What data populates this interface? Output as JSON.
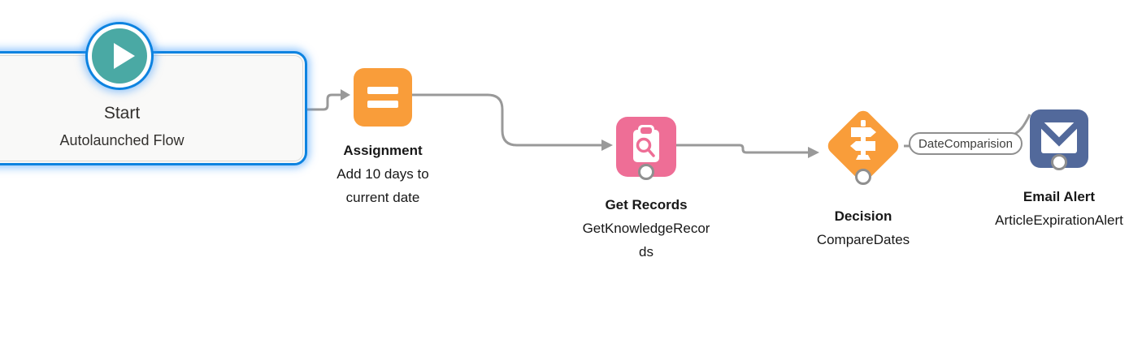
{
  "app": {
    "name": "Flow Builder canvas"
  },
  "colors": {
    "selection_blue": "#0d83e0",
    "start_teal": "#4aa9a4",
    "assignment_orange": "#f99d3a",
    "data_pink": "#ee6e96",
    "decision_orange": "#f99d3a",
    "action_slate": "#52699b",
    "connector_gray": "#999999",
    "text_dark": "#181818"
  },
  "nodes": [
    {
      "id": "start",
      "type": "Start",
      "title": "Start",
      "description": "Autolaunched Flow",
      "icon": "play-icon"
    },
    {
      "id": "assignment",
      "type": "Assignment",
      "title": "Assignment",
      "description": "Add 10 days to current date",
      "icon": "equals-icon"
    },
    {
      "id": "get-records",
      "type": "Get Records",
      "title": "Get Records",
      "description": "GetKnowledgeRecords",
      "icon": "clipboard-search-icon"
    },
    {
      "id": "decision",
      "type": "Decision",
      "title": "Decision",
      "description": "CompareDates",
      "icon": "signpost-icon"
    },
    {
      "id": "email-alert",
      "type": "Email Alert",
      "title": "Email Alert",
      "description": "ArticleExpirationAlert",
      "icon": "envelope-icon"
    }
  ],
  "connectors": [
    {
      "from": "start",
      "to": "assignment",
      "label": ""
    },
    {
      "from": "assignment",
      "to": "get-records",
      "label": ""
    },
    {
      "from": "get-records",
      "to": "decision",
      "label": ""
    },
    {
      "from": "decision",
      "to": "email-alert",
      "label": "DateComparision"
    }
  ]
}
